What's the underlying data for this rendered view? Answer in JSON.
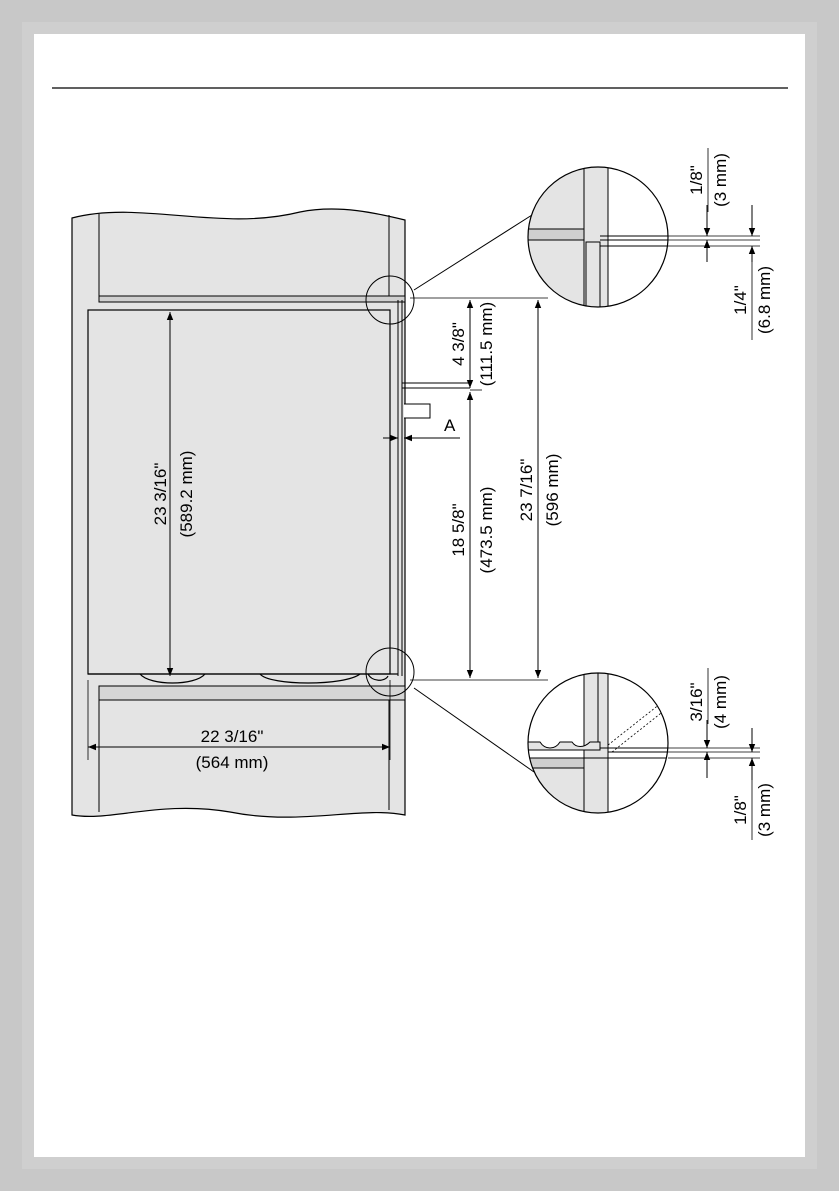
{
  "dimensions": {
    "cabinet_width": {
      "imperial": "22 3/16\"",
      "metric": "(564 mm)"
    },
    "niche_height": {
      "imperial": "23 3/16\"",
      "metric": "(589.2 mm)"
    },
    "top_to_handle": {
      "imperial": "4 3/8\"",
      "metric": "(111.5 mm)"
    },
    "handle_to_bottom": {
      "imperial": "18 5/8\"",
      "metric": "(473.5 mm)"
    },
    "total_height": {
      "imperial": "23 7/16\"",
      "metric": "(596 mm)"
    },
    "detail_top_gap": {
      "imperial": "1/8\"",
      "metric": "(3 mm)"
    },
    "detail_top_offset": {
      "imperial": "1/4\"",
      "metric": "(6.8 mm)"
    },
    "detail_bottom_gap": {
      "imperial": "3/16\"",
      "metric": "(4 mm)"
    },
    "detail_bottom_offset": {
      "imperial": "1/8\"",
      "metric": "(3 mm)"
    }
  },
  "labels": {
    "point_a": "A"
  },
  "colors": {
    "panel_fill": "#e4e4e4",
    "page_border": "#cfcfcf",
    "line": "#000000"
  }
}
